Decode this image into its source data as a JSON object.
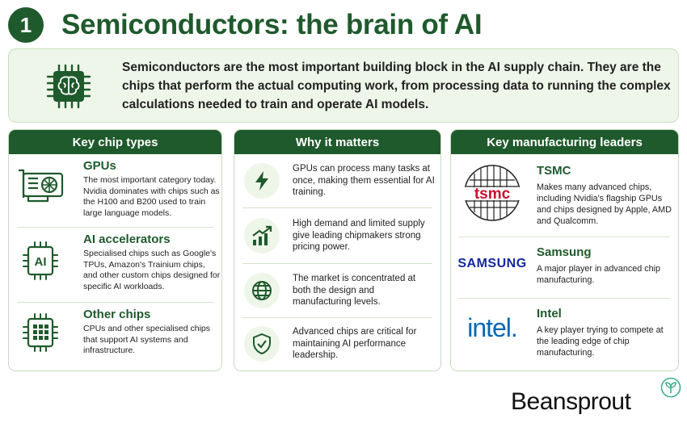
{
  "header": {
    "number": "1",
    "title": "Semiconductors: the brain of AI"
  },
  "intro": {
    "icon": "brain-chip-icon",
    "text": "Semiconductors are the most important building block in the AI supply chain. They are the chips that perform the actual computing work, from processing data to running the complex calculations needed to train and operate AI models."
  },
  "chip_types": {
    "heading": "Key chip types",
    "items": [
      {
        "icon": "gpu-card-icon",
        "title": "GPUs",
        "desc": "The most important category today. Nvidia dominates with chips such as the H100 and B200 used to train large language models."
      },
      {
        "icon": "ai-chip-icon",
        "title": "AI accelerators",
        "desc": "Specialised chips such as Google's TPUs, Amazon's Trainium chips, and other custom chips designed for specific AI workloads."
      },
      {
        "icon": "processor-chip-icon",
        "title": "Other chips",
        "desc": "CPUs and other specialised chips that support AI systems and infrastructure."
      }
    ]
  },
  "why": {
    "heading": "Why it matters",
    "items": [
      {
        "icon": "lightning-icon",
        "text": "GPUs can process many tasks at once, making them essential for AI training."
      },
      {
        "icon": "growth-chart-icon",
        "text": "High demand and limited supply give leading chipmakers strong pricing power."
      },
      {
        "icon": "globe-icon",
        "text": "The market is concentrated at both the design and manufacturing levels."
      },
      {
        "icon": "shield-check-icon",
        "text": "Advanced chips are critical for maintaining AI performance leadership."
      }
    ]
  },
  "leaders": {
    "heading": "Key manufacturing leaders",
    "items": [
      {
        "logo": "tsmc",
        "title": "TSMC",
        "desc": "Makes many advanced chips, including Nvidia's flagship GPUs and chips designed by Apple, AMD and Qualcomm."
      },
      {
        "logo": "SAMSUNG",
        "title": "Samsung",
        "desc": "A major player in advanced chip manufacturing."
      },
      {
        "logo": "intel.",
        "title": "Intel",
        "desc": "A key player trying to compete at the leading edge of chip manufacturing."
      }
    ]
  },
  "brand": {
    "name": "Beansprout"
  },
  "colors": {
    "accent": "#1f5a2c",
    "panel_bg": "#eef6e9",
    "tsmc_red": "#c8102e",
    "samsung_blue": "#1428a0",
    "intel_blue": "#0068b5"
  }
}
